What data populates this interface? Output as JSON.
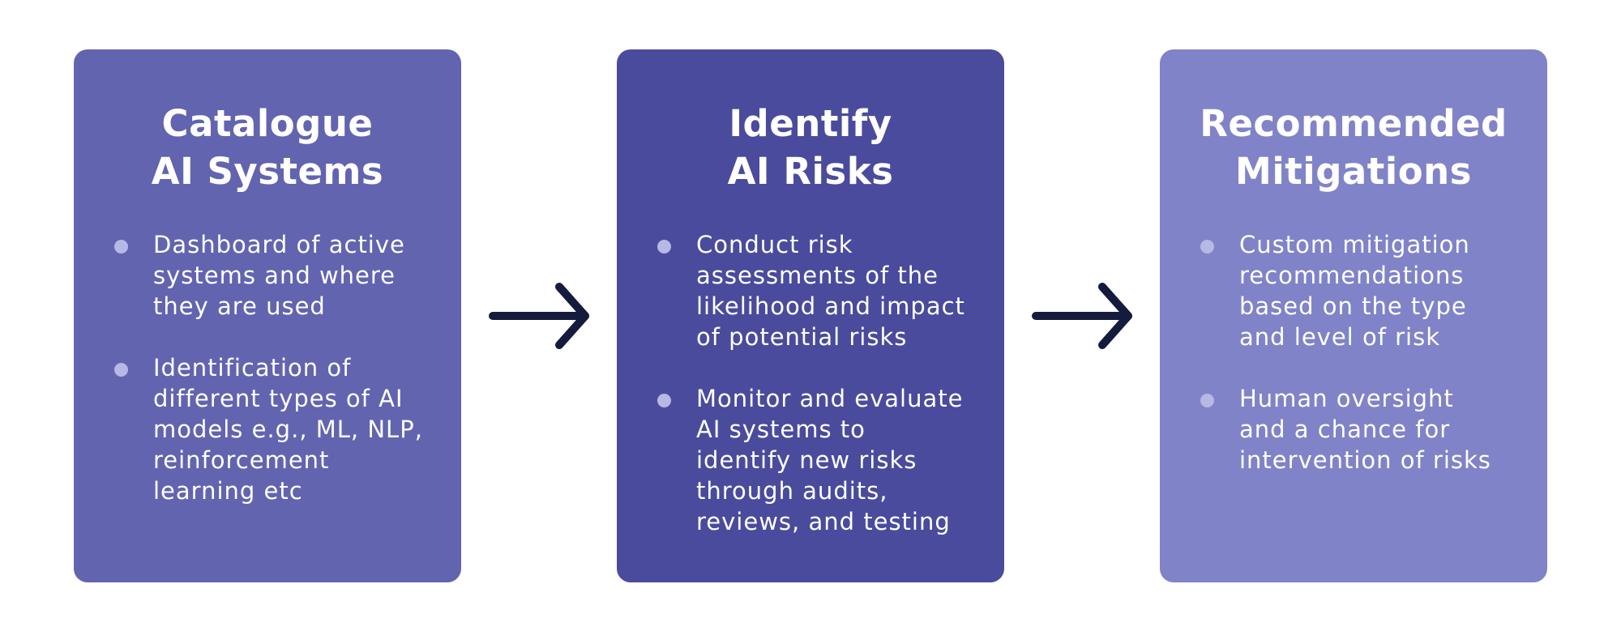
{
  "colors": {
    "background": "#ffffff",
    "card_1": "#6264b0",
    "card_2": "#4a4b9c",
    "card_3": "#8183c8",
    "arrow": "#141b3d",
    "bullet_dot": "#b7b8e4",
    "text": "#ffffff"
  },
  "cards": [
    {
      "title_line1": "Catalogue",
      "title_line2": "AI Systems",
      "bullets": [
        {
          "lines": [
            "Dashboard of active",
            "systems and where",
            "they are used"
          ]
        },
        {
          "lines": [
            "Identification of",
            "different types of AI",
            "models e.g., ML, NLP,",
            "reinforcement",
            "learning etc"
          ]
        }
      ]
    },
    {
      "title_line1": "Identify",
      "title_line2": "AI Risks",
      "bullets": [
        {
          "lines": [
            "Conduct risk",
            "assessments of the",
            "likelihood and impact",
            "of potential risks"
          ]
        },
        {
          "lines": [
            "Monitor and evaluate",
            "AI systems to",
            "identify new risks",
            "through audits,",
            "reviews, and testing"
          ]
        }
      ]
    },
    {
      "title_line1": "Recommended",
      "title_line2": "Mitigations",
      "bullets": [
        {
          "lines": [
            "Custom mitigation",
            "recommendations",
            "based on the type",
            "and level of risk"
          ]
        },
        {
          "lines": [
            "Human oversight",
            "and a chance for",
            "intervention of risks"
          ]
        }
      ]
    }
  ],
  "arrows": [
    {
      "icon": "arrow-right-icon"
    },
    {
      "icon": "arrow-right-icon"
    }
  ]
}
